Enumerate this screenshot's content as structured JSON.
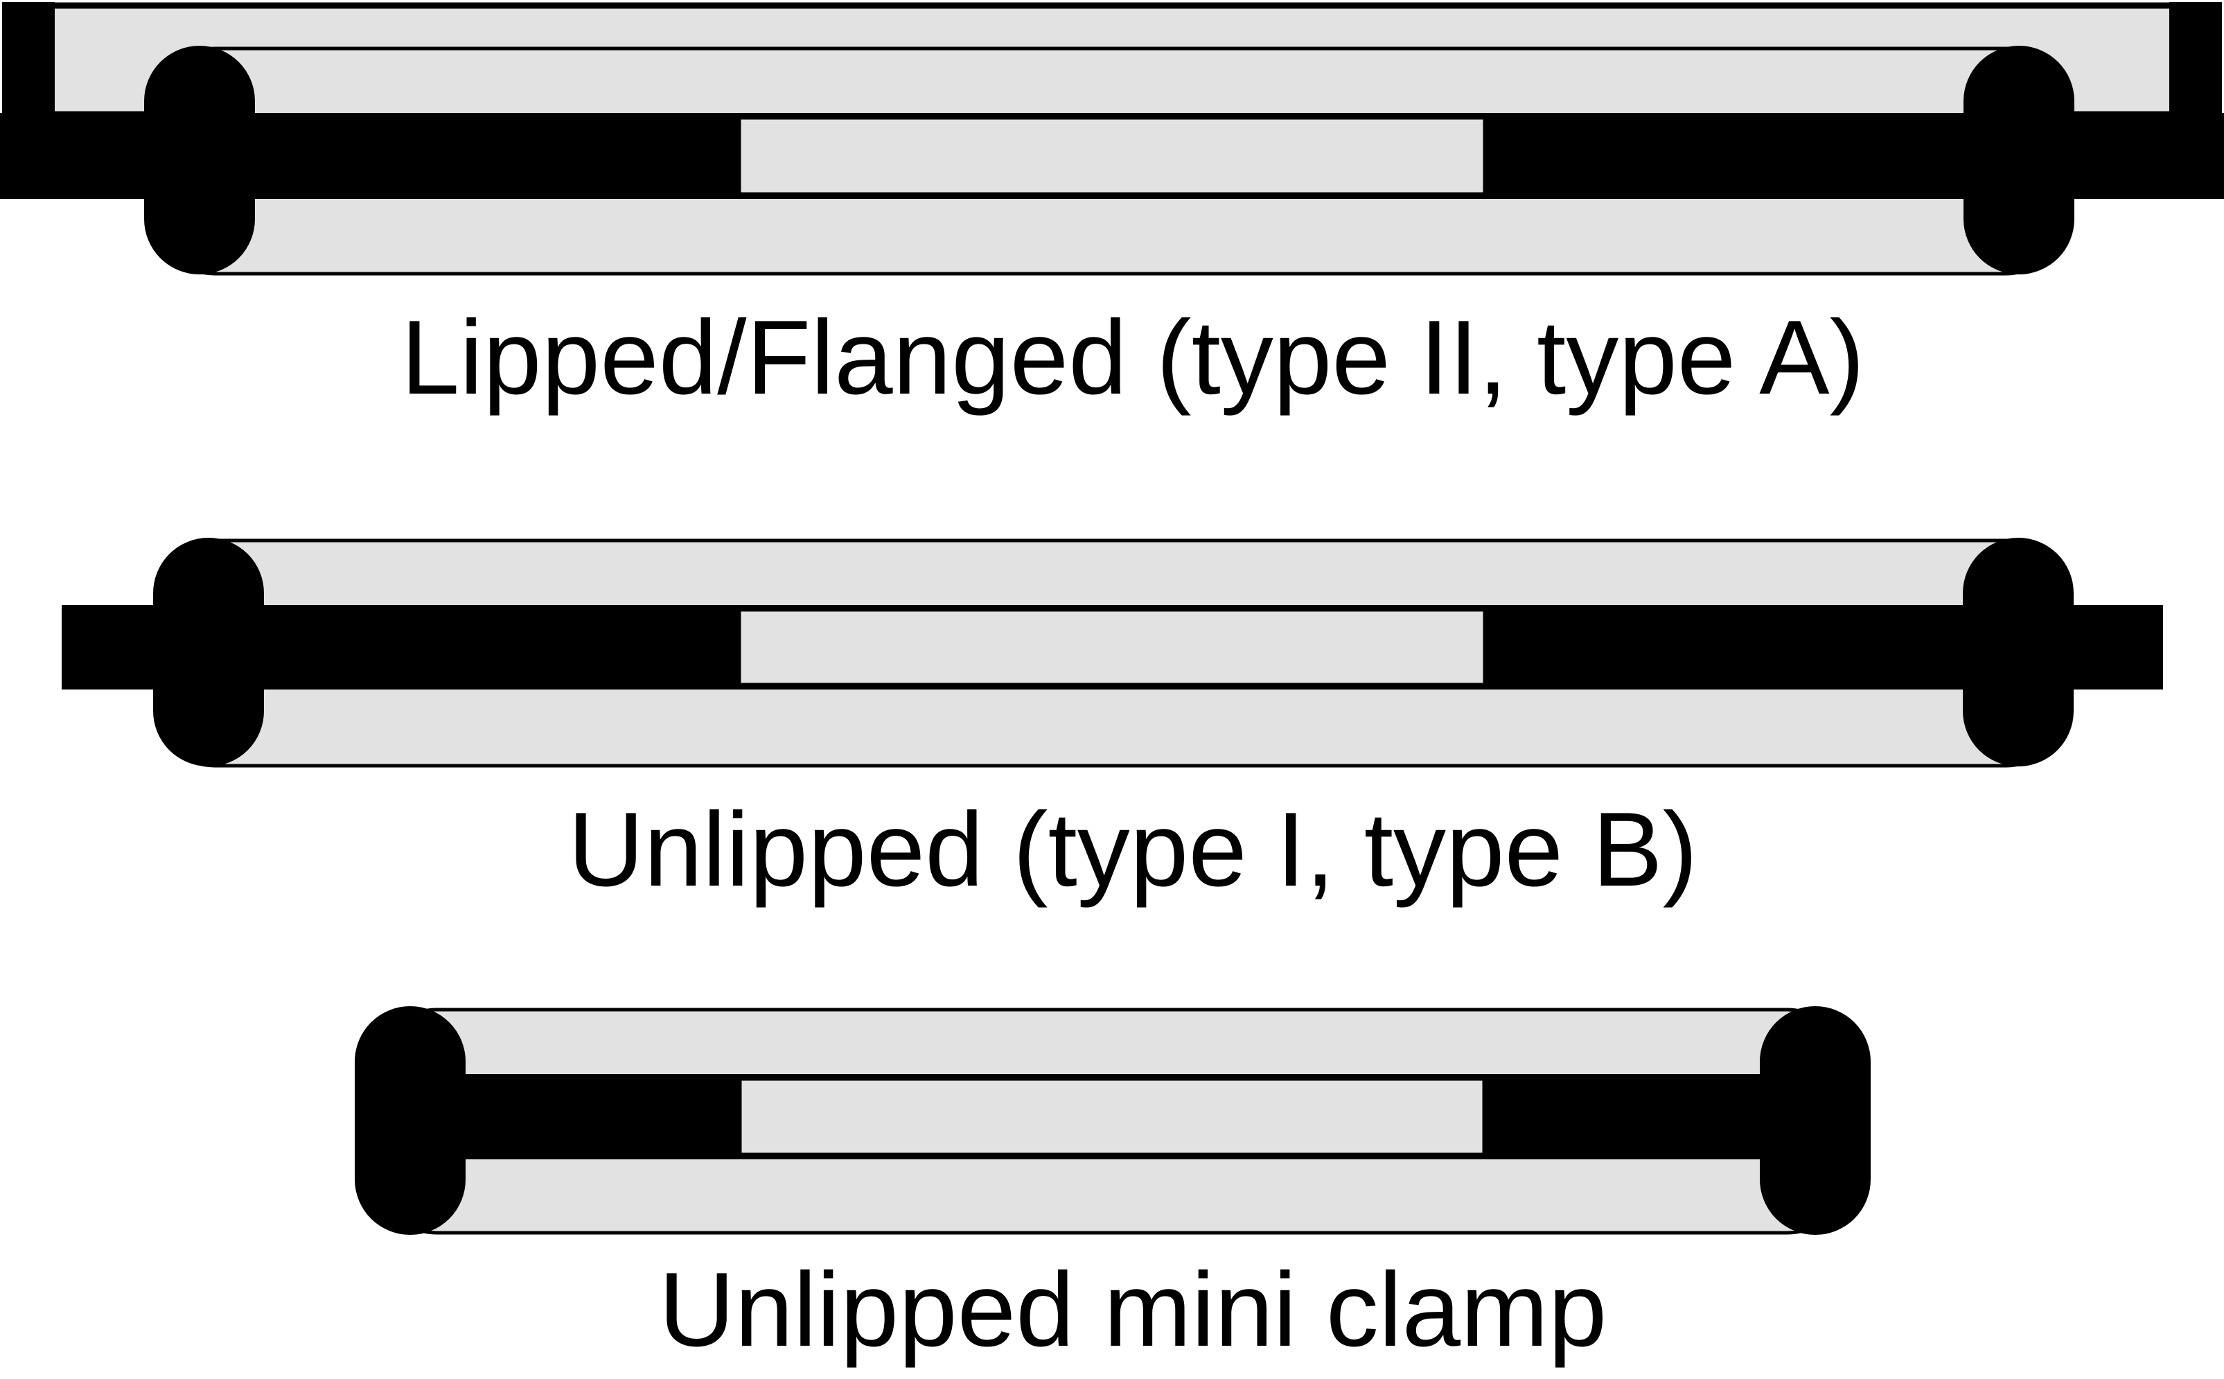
{
  "figure": {
    "type": "clamp-types-diagram",
    "background": "#ffffff",
    "colors": {
      "tube_fill": "#e2e2e2",
      "outline": "#000000",
      "clamp_fill": "#000000"
    },
    "diagrams": [
      {
        "id": "lipped-flanged",
        "caption": "Lipped/Flanged (type II, type A)",
        "parts": [
          "top-plate",
          "tube",
          "clamp-bar",
          "bar-opening",
          "hinge-pin-left",
          "hinge-pin-right",
          "lip-left",
          "lip-right"
        ]
      },
      {
        "id": "unlipped",
        "caption": "Unlipped (type I, type B)",
        "parts": [
          "tube",
          "clamp-bar",
          "bar-opening",
          "hinge-pin-left",
          "hinge-pin-right"
        ]
      },
      {
        "id": "unlipped-mini",
        "caption": "Unlipped mini clamp",
        "parts": [
          "tube",
          "clamp-bar",
          "bar-opening",
          "hinge-pin-left",
          "hinge-pin-right"
        ]
      }
    ]
  }
}
